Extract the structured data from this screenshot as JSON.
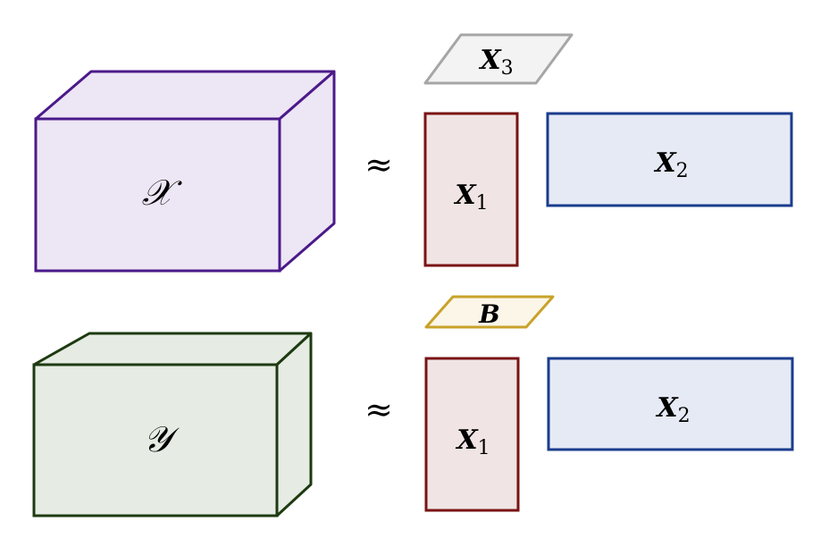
{
  "colors": {
    "purple_stroke": "#4b1a8a",
    "purple_fill": "#ede6f5",
    "green_stroke": "#1d3a10",
    "green_fill": "#e6ebe4",
    "red_stroke": "#7a1414",
    "red_fill": "#f0e5e4",
    "blue_stroke": "#1a3c8c",
    "blue_fill": "#e5eaf5",
    "gray_stroke": "#a6a6a6",
    "gray_fill": "#f3f3f3",
    "gold_stroke": "#c9a22a",
    "gold_fill": "#fbf6e8"
  },
  "top": {
    "tensor_label": "𝒳",
    "approx": "≈",
    "x1_main": "X",
    "x1_sub": "1",
    "x2_main": "X",
    "x2_sub": "2",
    "x3_main": "X",
    "x3_sub": "3"
  },
  "bottom": {
    "tensor_label": "𝒴",
    "approx": "≈",
    "b_label": "B",
    "x1_main": "X",
    "x1_sub": "1",
    "x2_main": "X",
    "x2_sub": "2"
  }
}
